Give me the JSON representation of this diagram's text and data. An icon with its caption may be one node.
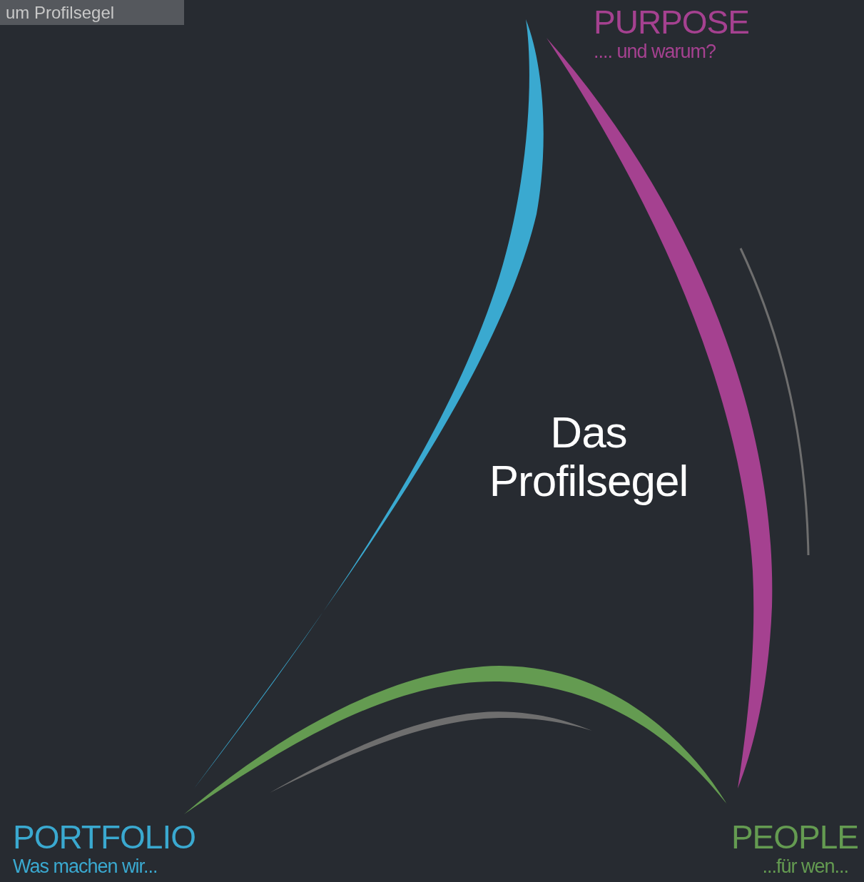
{
  "diagram": {
    "nodes": [
      {
        "text": [
          "um Profilsegel"
        ]
      }
    ],
    "labels": [
      "PURPOSE",
      ".... und warum?",
      "Das Profilsegel",
      "PORTFOLIO",
      "Was machen wir...",
      "PEOPLE",
      "...für wen..."
    ]
  }
}
